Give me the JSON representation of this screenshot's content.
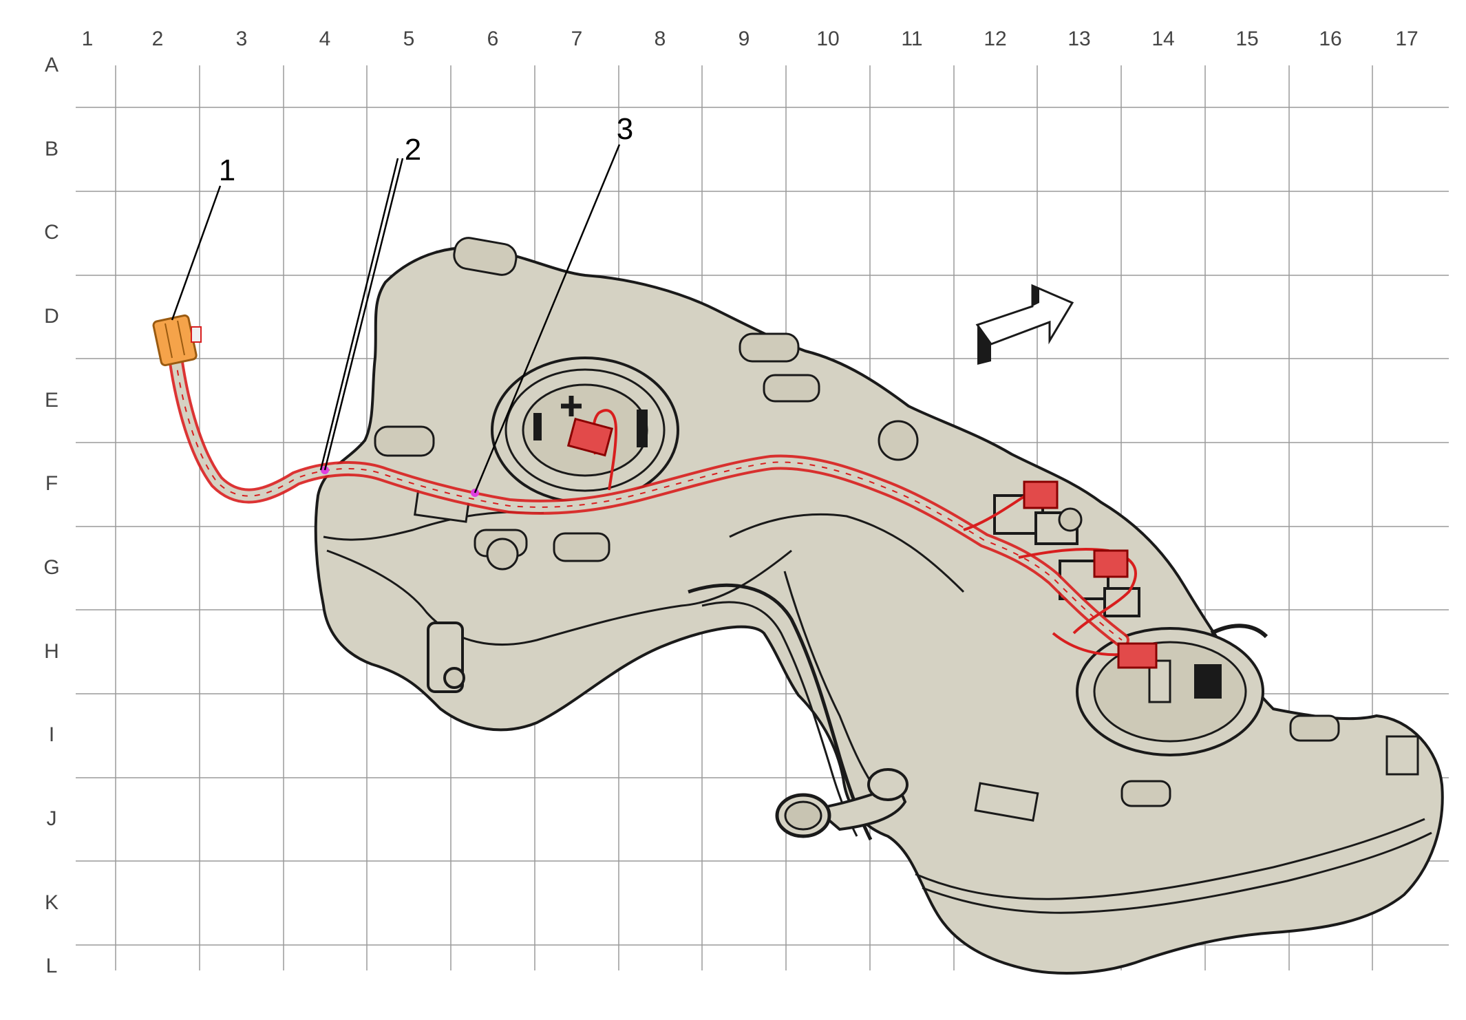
{
  "grid": {
    "columns": [
      "1",
      "2",
      "3",
      "4",
      "5",
      "6",
      "7",
      "8",
      "9",
      "10",
      "11",
      "12",
      "13",
      "14",
      "15",
      "16",
      "17"
    ],
    "rows": [
      "A",
      "B",
      "C",
      "D",
      "E",
      "F",
      "G",
      "H",
      "I",
      "J",
      "K",
      "L"
    ]
  },
  "callouts": [
    {
      "number": "1"
    },
    {
      "number": "2"
    },
    {
      "number": "3"
    }
  ],
  "colors": {
    "tank_fill": "#d5d2c3",
    "outline": "#1a1a1a",
    "harness": "#d81e1e",
    "connector_1": "#f5a34a",
    "splice_mark": "#e040e0",
    "grid": "#9a9a9a"
  },
  "icons": [
    "forward-arrow-icon"
  ]
}
